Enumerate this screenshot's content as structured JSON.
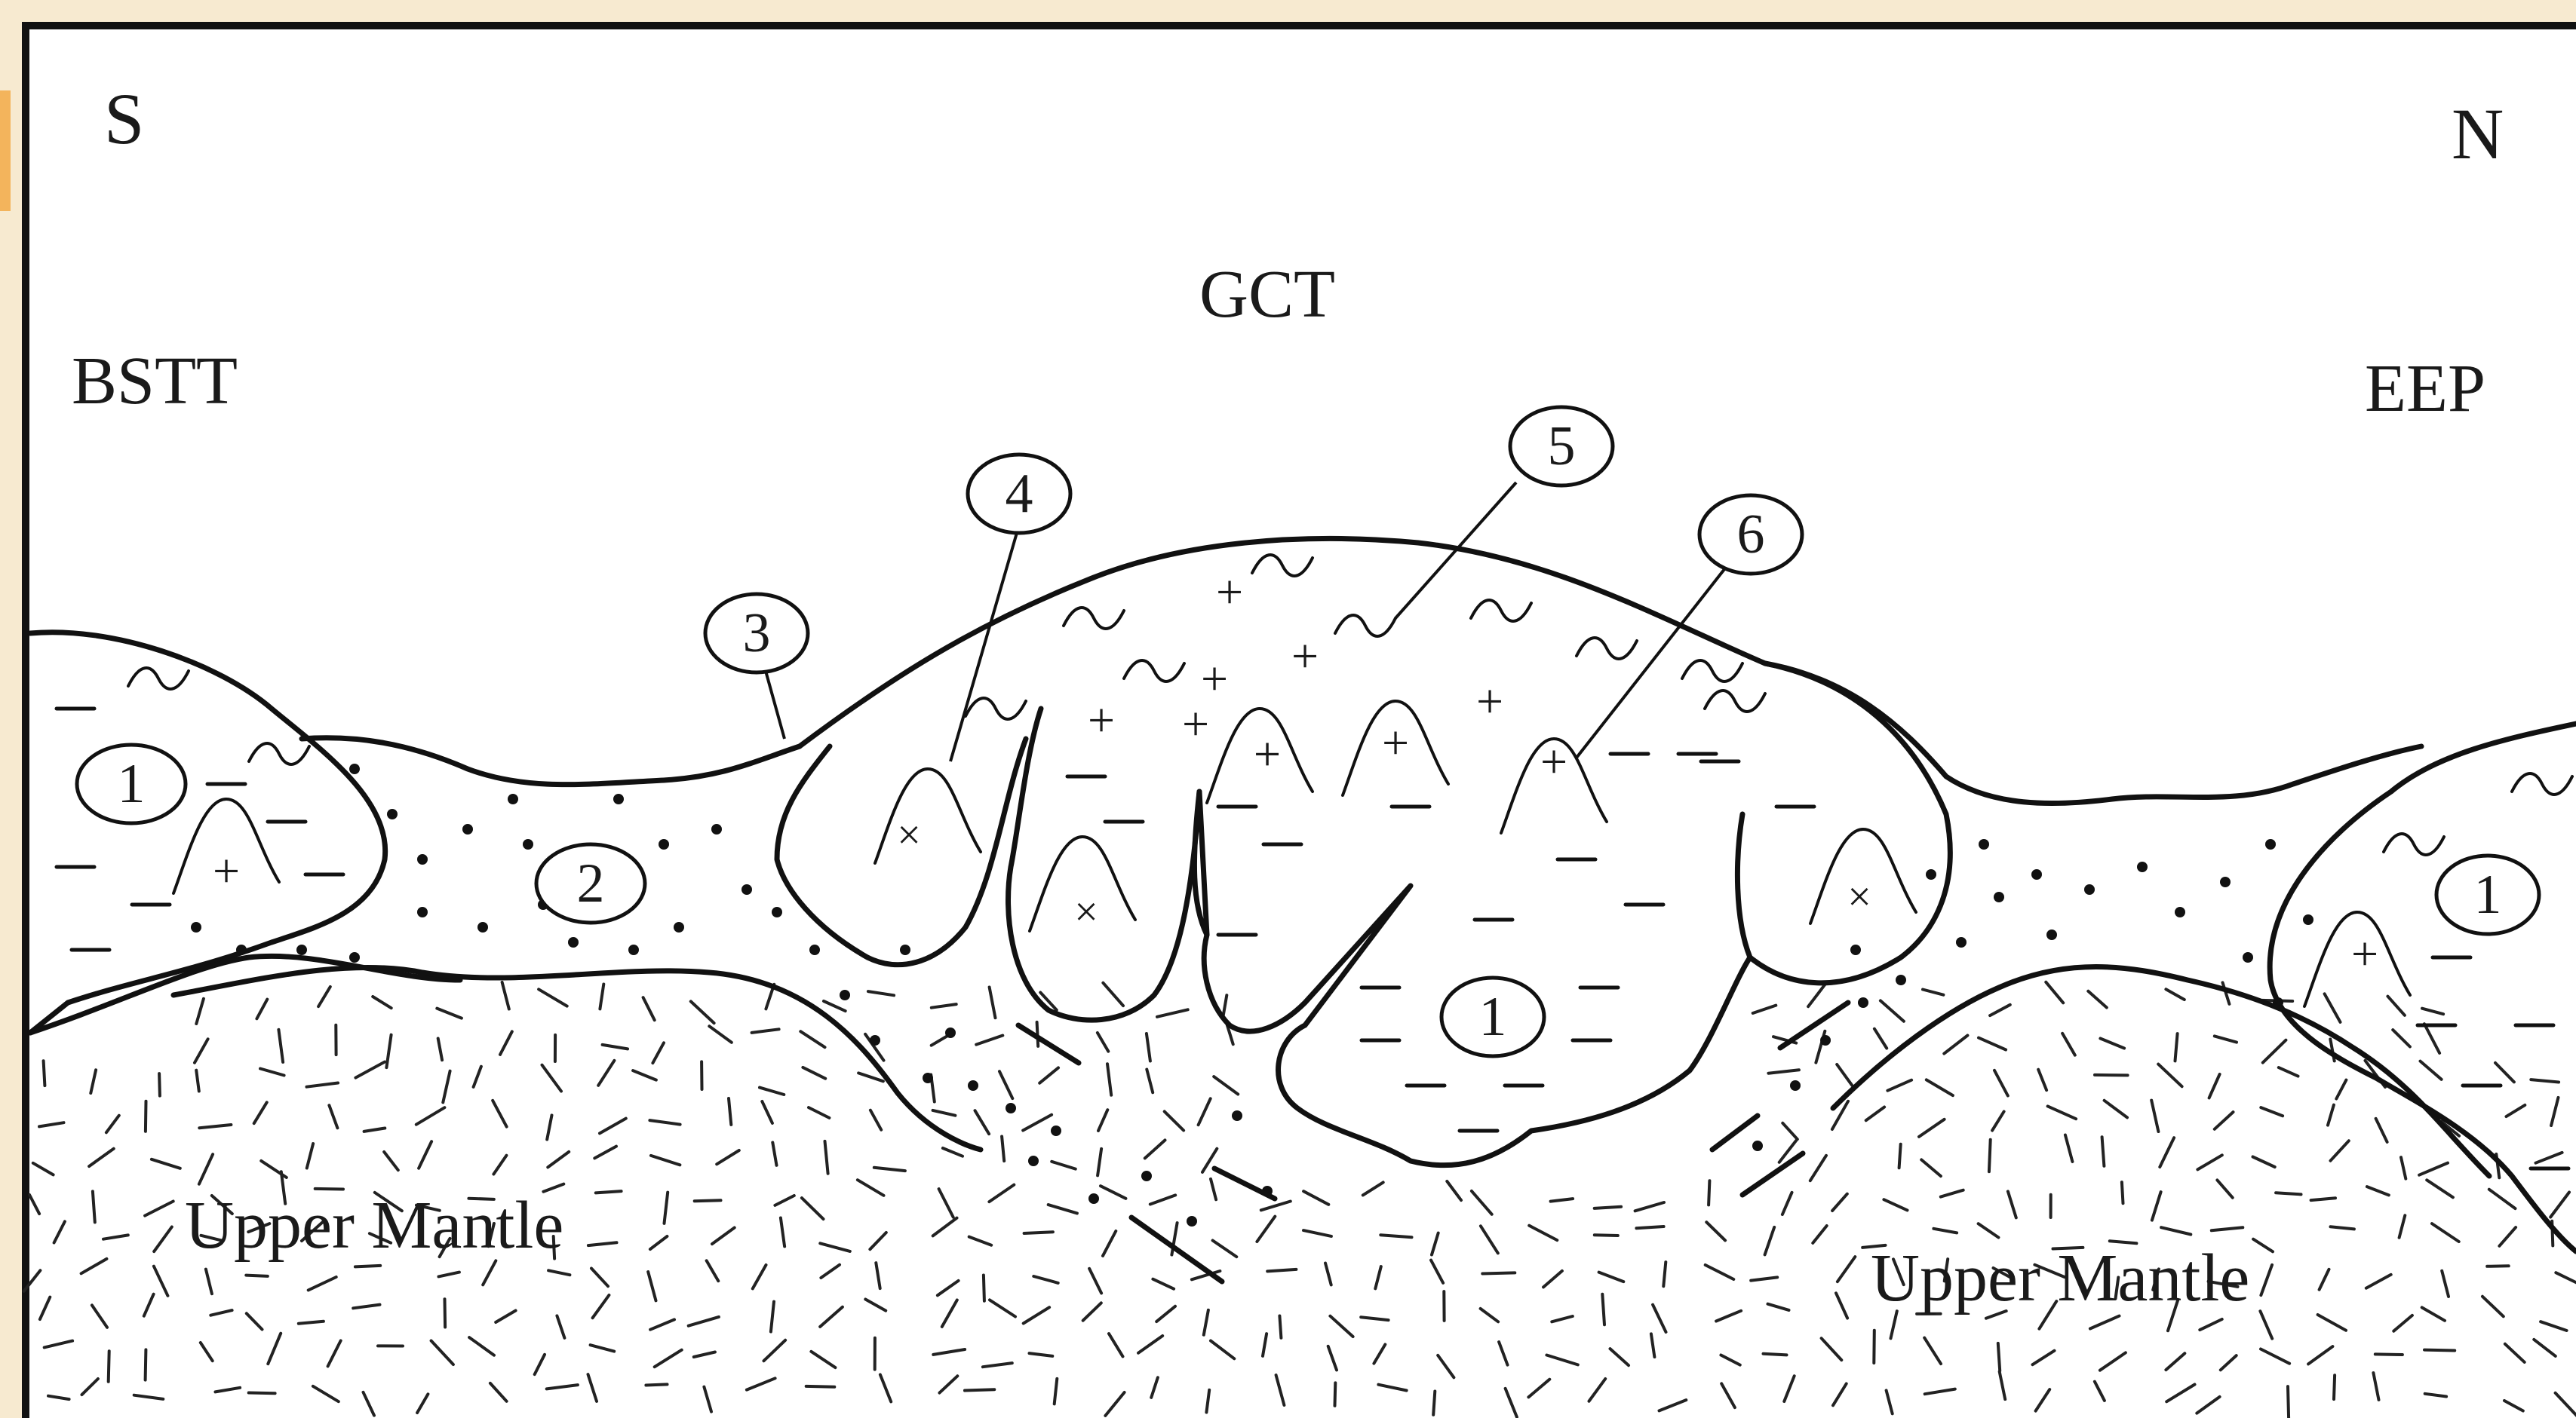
{
  "directions": {
    "south": "S",
    "north": "N"
  },
  "regions": {
    "left": "BSTT",
    "center": "GCT",
    "right": "EEP"
  },
  "mantle_labels": [
    "Upper Mantle",
    "Upper Mantle"
  ],
  "unit_numbers": [
    "1",
    "2",
    "3",
    "4",
    "5",
    "6"
  ],
  "colors": {
    "background": "#f7ead0",
    "panel": "#ffffff",
    "ink": "#111111"
  },
  "symbols": {
    "plus": "+",
    "cross": "×"
  }
}
